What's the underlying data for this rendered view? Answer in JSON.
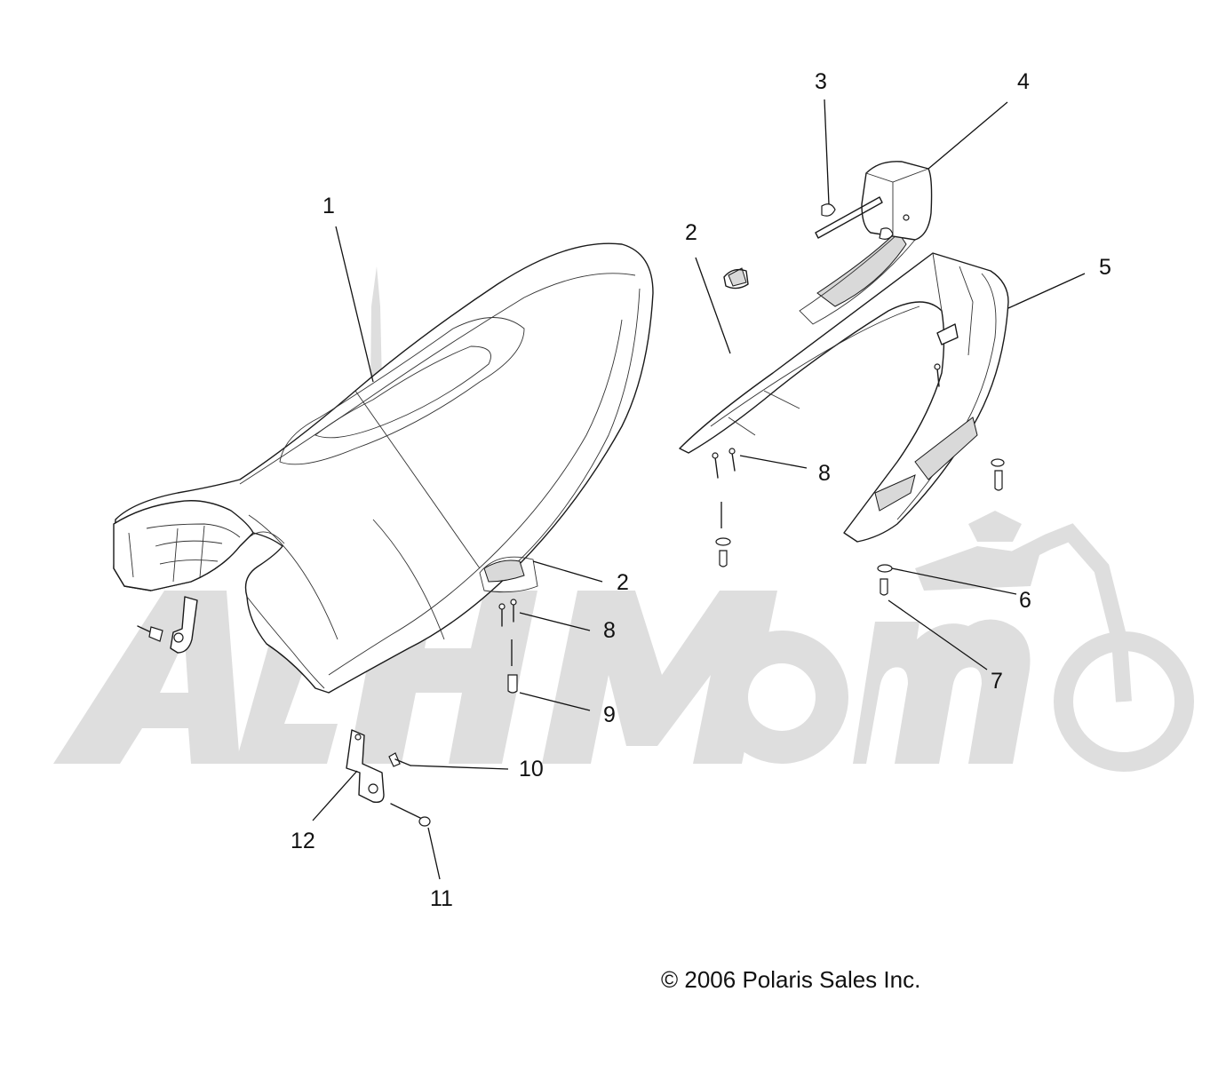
{
  "diagram": {
    "callouts": [
      {
        "id": "c1",
        "label": "1"
      },
      {
        "id": "c2a",
        "label": "2"
      },
      {
        "id": "c2b",
        "label": "2"
      },
      {
        "id": "c3",
        "label": "3"
      },
      {
        "id": "c4",
        "label": "4"
      },
      {
        "id": "c5",
        "label": "5"
      },
      {
        "id": "c6",
        "label": "6"
      },
      {
        "id": "c7",
        "label": "7"
      },
      {
        "id": "c8a",
        "label": "8"
      },
      {
        "id": "c8b",
        "label": "8"
      },
      {
        "id": "c9",
        "label": "9"
      },
      {
        "id": "c10",
        "label": "10"
      },
      {
        "id": "c11",
        "label": "11"
      },
      {
        "id": "c12",
        "label": "12"
      }
    ],
    "copyright": "© 2006 Polaris Sales Inc.",
    "watermark": "ACHMOTO",
    "colors": {
      "line": "#1a1a1a",
      "watermark": "#dedede",
      "background": "#ffffff"
    }
  }
}
